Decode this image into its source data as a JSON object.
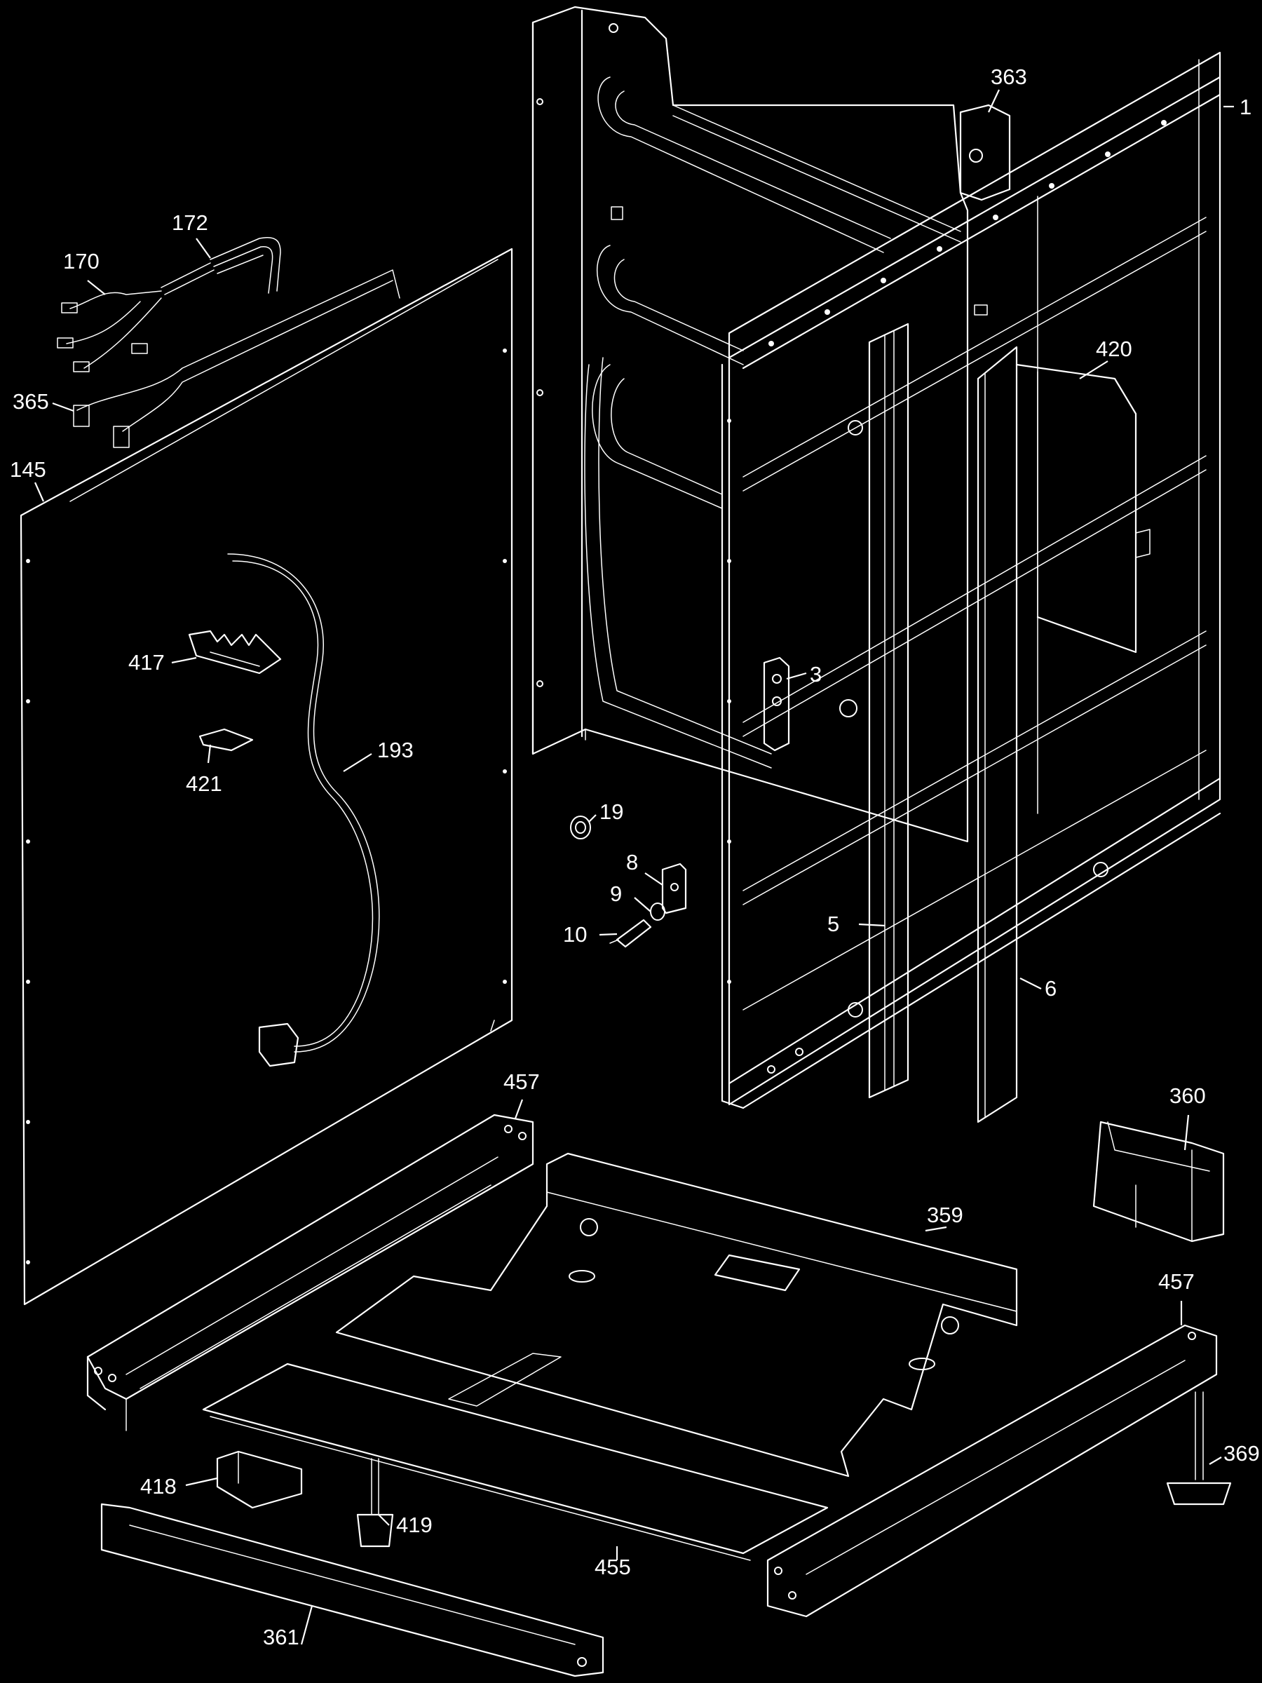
{
  "diagram": {
    "callouts": [
      {
        "id": "1",
        "text": "1"
      },
      {
        "id": "3",
        "text": "3"
      },
      {
        "id": "5",
        "text": "5"
      },
      {
        "id": "6",
        "text": "6"
      },
      {
        "id": "8",
        "text": "8"
      },
      {
        "id": "9",
        "text": "9"
      },
      {
        "id": "10",
        "text": "10"
      },
      {
        "id": "19",
        "text": "19"
      },
      {
        "id": "145",
        "text": "145"
      },
      {
        "id": "170",
        "text": "170"
      },
      {
        "id": "172",
        "text": "172"
      },
      {
        "id": "193",
        "text": "193"
      },
      {
        "id": "359",
        "text": "359"
      },
      {
        "id": "360",
        "text": "360"
      },
      {
        "id": "361",
        "text": "361"
      },
      {
        "id": "363",
        "text": "363"
      },
      {
        "id": "365",
        "text": "365"
      },
      {
        "id": "369",
        "text": "369"
      },
      {
        "id": "417",
        "text": "417"
      },
      {
        "id": "418",
        "text": "418"
      },
      {
        "id": "419",
        "text": "419"
      },
      {
        "id": "420",
        "text": "420"
      },
      {
        "id": "421",
        "text": "421"
      },
      {
        "id": "455",
        "text": "455"
      },
      {
        "id": "457a",
        "text": "457"
      },
      {
        "id": "457b",
        "text": "457"
      }
    ]
  }
}
